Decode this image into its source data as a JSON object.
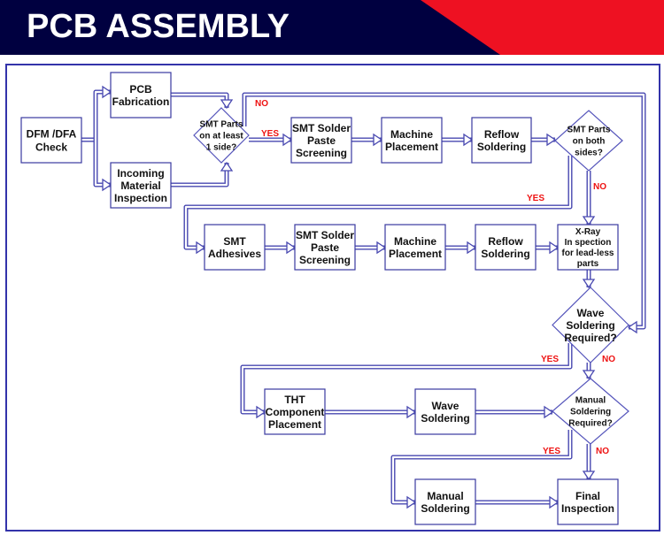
{
  "header": {
    "title": "PCB ASSEMBLY",
    "colors": {
      "navy": "#000040",
      "red": "#ee1122"
    }
  },
  "nodes": {
    "dfm_check": {
      "type": "process",
      "lines": [
        "DFM /DFA",
        "Check"
      ]
    },
    "pcb_fabrication": {
      "type": "process",
      "lines": [
        "PCB",
        "Fabrication"
      ]
    },
    "incoming_inspection": {
      "type": "process",
      "lines": [
        "Incoming",
        "Material",
        "Inspection"
      ]
    },
    "smt_one_side": {
      "type": "decision",
      "lines": [
        "SMT Parts",
        "on at least",
        "1 side?"
      ]
    },
    "smt_paste_1": {
      "type": "process",
      "lines": [
        "SMT Solder",
        "Paste",
        "Screening"
      ]
    },
    "machine_placement_1": {
      "type": "process",
      "lines": [
        "Machine",
        "Placement"
      ]
    },
    "reflow_1": {
      "type": "process",
      "lines": [
        "Reflow",
        "Soldering"
      ]
    },
    "smt_both_sides": {
      "type": "decision",
      "lines": [
        "SMT Parts",
        "on both",
        "sides?"
      ]
    },
    "smt_adhesives": {
      "type": "process",
      "lines": [
        "SMT",
        "Adhesives"
      ]
    },
    "smt_paste_2": {
      "type": "process",
      "lines": [
        "SMT Solder",
        "Paste",
        "Screening"
      ]
    },
    "machine_placement_2": {
      "type": "process",
      "lines": [
        "Machine",
        "Placement"
      ]
    },
    "reflow_2": {
      "type": "process",
      "lines": [
        "Reflow",
        "Soldering"
      ]
    },
    "xray": {
      "type": "process",
      "lines": [
        "X-Ray",
        "In spection",
        "for lead-less",
        "parts"
      ]
    },
    "wave_required": {
      "type": "decision",
      "lines": [
        "Wave",
        "Soldering",
        "Required?"
      ]
    },
    "tht_placement": {
      "type": "process",
      "lines": [
        "THT",
        "Component",
        "Placement"
      ]
    },
    "wave_soldering": {
      "type": "process",
      "lines": [
        "Wave",
        "Soldering"
      ]
    },
    "manual_required": {
      "type": "decision",
      "lines": [
        "Manual",
        "Soldering",
        "Required?"
      ]
    },
    "manual_soldering": {
      "type": "process",
      "lines": [
        "Manual",
        "Soldering"
      ]
    },
    "final_inspection": {
      "type": "process",
      "lines": [
        "Final",
        "Inspection"
      ]
    }
  },
  "edge_labels": {
    "one_side_no": "NO",
    "one_side_yes": "YES",
    "both_sides_yes": "YES",
    "both_sides_no": "NO",
    "wave_yes": "YES",
    "wave_no": "NO",
    "manual_yes": "YES",
    "manual_no": "NO"
  },
  "edges": [
    {
      "from": "dfm_check",
      "to": "pcb_fabrication"
    },
    {
      "from": "dfm_check",
      "to": "incoming_inspection"
    },
    {
      "from": "pcb_fabrication",
      "to": "smt_one_side"
    },
    {
      "from": "incoming_inspection",
      "to": "smt_one_side"
    },
    {
      "from": "smt_one_side",
      "to": "smt_paste_1",
      "label": "YES"
    },
    {
      "from": "smt_one_side",
      "to": "wave_required",
      "label": "NO"
    },
    {
      "from": "smt_paste_1",
      "to": "machine_placement_1"
    },
    {
      "from": "machine_placement_1",
      "to": "reflow_1"
    },
    {
      "from": "reflow_1",
      "to": "smt_both_sides"
    },
    {
      "from": "smt_both_sides",
      "to": "smt_adhesives",
      "label": "YES"
    },
    {
      "from": "smt_both_sides",
      "to": "xray",
      "label": "NO"
    },
    {
      "from": "smt_adhesives",
      "to": "smt_paste_2"
    },
    {
      "from": "smt_paste_2",
      "to": "machine_placement_2"
    },
    {
      "from": "machine_placement_2",
      "to": "reflow_2"
    },
    {
      "from": "reflow_2",
      "to": "xray"
    },
    {
      "from": "xray",
      "to": "wave_required"
    },
    {
      "from": "wave_required",
      "to": "tht_placement",
      "label": "YES"
    },
    {
      "from": "wave_required",
      "to": "manual_required",
      "label": "NO"
    },
    {
      "from": "tht_placement",
      "to": "wave_soldering"
    },
    {
      "from": "wave_soldering",
      "to": "manual_required"
    },
    {
      "from": "manual_required",
      "to": "manual_soldering",
      "label": "YES"
    },
    {
      "from": "manual_required",
      "to": "final_inspection",
      "label": "NO"
    },
    {
      "from": "manual_soldering",
      "to": "final_inspection"
    }
  ]
}
